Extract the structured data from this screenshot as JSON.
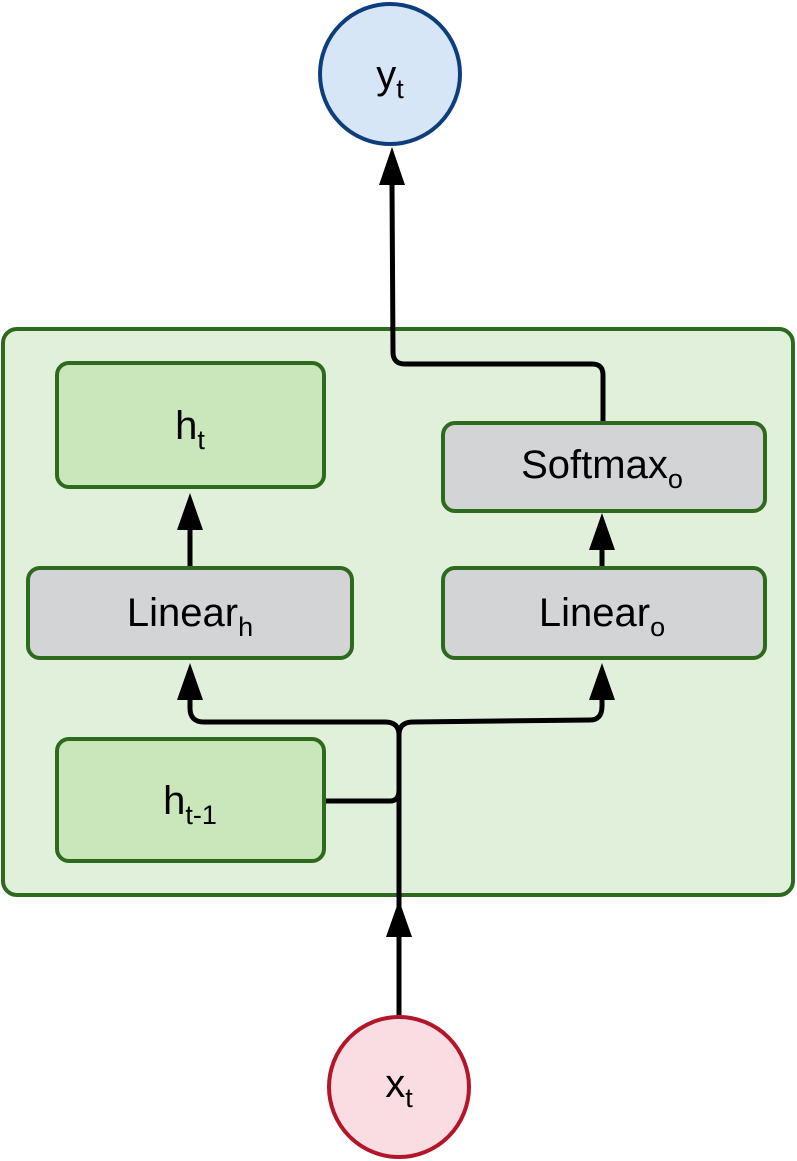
{
  "nodes": {
    "output": {
      "base": "y",
      "sub": "t"
    },
    "input": {
      "base": "x",
      "sub": "t"
    },
    "hidden_current": {
      "base": "h",
      "sub": "t"
    },
    "hidden_prev": {
      "base": "h",
      "sub": "t-1"
    },
    "linear_h": {
      "base": "Linear",
      "sub": "h"
    },
    "linear_o": {
      "base": "Linear",
      "sub": "o"
    },
    "softmax_o": {
      "base": "Softmax",
      "sub": "o"
    }
  },
  "colors": {
    "cell_fill": "#e1f0da",
    "cell_stroke": "#2d6a1d",
    "state_fill": "#cae6bb",
    "op_fill": "#d3d4d6",
    "output_fill": "#d6e6f7",
    "output_stroke": "#0e3d7d",
    "input_fill": "#f9dde2",
    "input_stroke": "#b3152a",
    "edge": "#000000"
  }
}
